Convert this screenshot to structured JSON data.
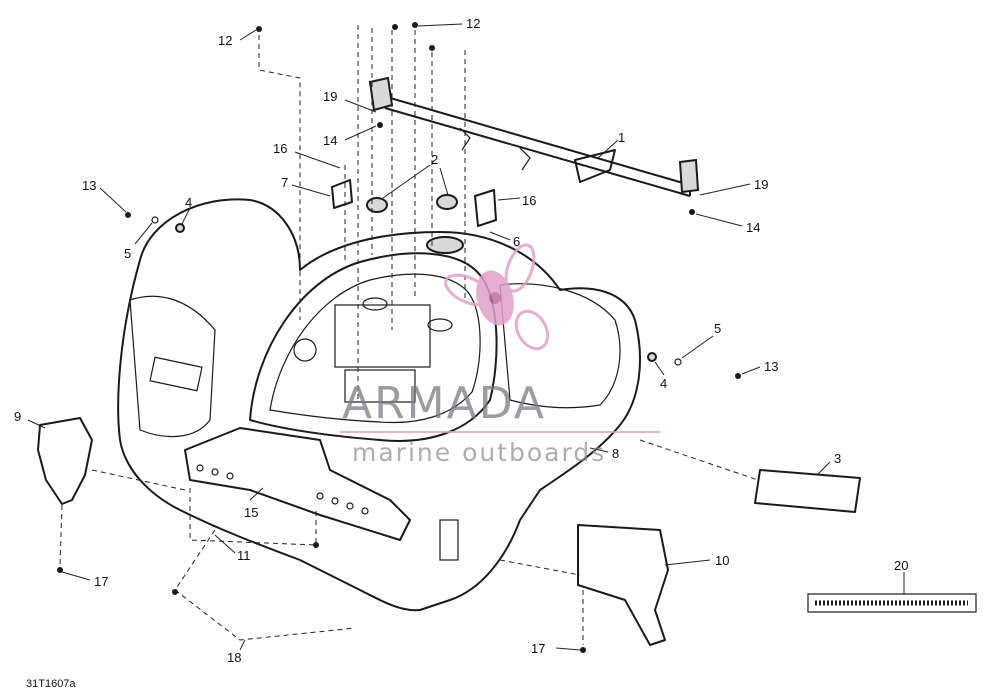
{
  "diagram": {
    "callouts": [
      {
        "id": "c12a",
        "text": "12"
      },
      {
        "id": "c12b",
        "text": "12"
      },
      {
        "id": "c19a",
        "text": "19"
      },
      {
        "id": "c14a",
        "text": "14"
      },
      {
        "id": "c16a",
        "text": "16"
      },
      {
        "id": "c7",
        "text": "7"
      },
      {
        "id": "c2",
        "text": "2"
      },
      {
        "id": "c1",
        "text": "1"
      },
      {
        "id": "c19b",
        "text": "19"
      },
      {
        "id": "c14b",
        "text": "14"
      },
      {
        "id": "c13a",
        "text": "13"
      },
      {
        "id": "c4a",
        "text": "4"
      },
      {
        "id": "c5a",
        "text": "5"
      },
      {
        "id": "c16b",
        "text": "16"
      },
      {
        "id": "c6",
        "text": "6"
      },
      {
        "id": "c5b",
        "text": "5"
      },
      {
        "id": "c13b",
        "text": "13"
      },
      {
        "id": "c4b",
        "text": "4"
      },
      {
        "id": "c9",
        "text": "9"
      },
      {
        "id": "c8",
        "text": "8"
      },
      {
        "id": "c3",
        "text": "3"
      },
      {
        "id": "c15",
        "text": "15"
      },
      {
        "id": "c11",
        "text": "11"
      },
      {
        "id": "c10",
        "text": "10"
      },
      {
        "id": "c17a",
        "text": "17"
      },
      {
        "id": "c20",
        "text": "20"
      },
      {
        "id": "c18",
        "text": "18"
      },
      {
        "id": "c17b",
        "text": "17"
      }
    ],
    "drawing_code": "31T1607a"
  },
  "watermark": {
    "brand": "ARMADA",
    "tagline": "marine outboards",
    "logo_color": "#e0a0c8"
  }
}
